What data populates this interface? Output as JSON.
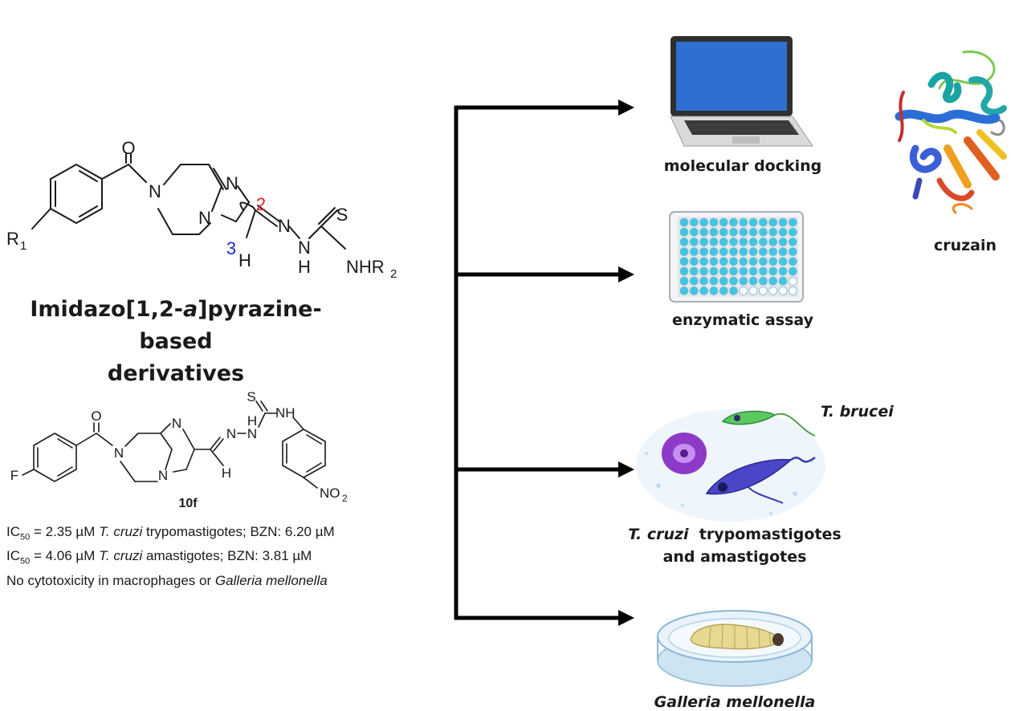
{
  "main_structure": {
    "atoms": {
      "o": "O",
      "n1": "N",
      "n2": "N",
      "n3": "N",
      "n4": "N",
      "n5": "N",
      "h_nh": "H",
      "h_ch": "H",
      "s": "S",
      "nhr": "NHR",
      "r1": "R",
      "sub1": "1",
      "sub2": "2",
      "pos2": "2",
      "pos3": "3"
    },
    "colors": {
      "pos2": "#e02020",
      "pos3": "#1a2bd6"
    }
  },
  "title": {
    "line1_pre": "Imidazo[1,2-",
    "line1_italic": "a",
    "line1_post": "]pyrazine-based",
    "line2": "derivatives"
  },
  "compound": {
    "atoms": {
      "o": "O",
      "f": "F",
      "n1": "N",
      "n2": "N",
      "n3": "N",
      "n4": "N",
      "n5": "N",
      "h_nh": "H",
      "h_ch": "H",
      "s": "S",
      "nh": "NH",
      "no2": "NO",
      "no2_sub": "2"
    },
    "label": "10f"
  },
  "stats": [
    {
      "ic": "IC",
      "sub": "50",
      "pre": " = 2.35 µM ",
      "italic": "T. cruzi",
      "post": " trypomastigotes; BZN: 6.20 µM"
    },
    {
      "ic": "IC",
      "sub": "50",
      "pre": " = 4.06 µM ",
      "italic": "T. cruzi",
      "post": " amastigotes; BZN: 3.81 µM"
    }
  ],
  "stats_line3": {
    "pre": "No cytotoxicity in macrophages or ",
    "italic": "Galleria mellonella"
  },
  "steps": {
    "docking": "molecular docking",
    "enzymatic": "enzymatic assay",
    "parasites_italic": "T. cruzi",
    "parasites_rest": "  trypomastigotes",
    "parasites_line2": "and amastigotes",
    "brucei": "T. brucei",
    "galleria": "Galleria mellonella",
    "cruzain": "cruzain"
  },
  "icons": [
    "laptop-icon",
    "well-plate-icon",
    "protein-ribbon-icon",
    "parasites-illustration",
    "petri-dish-larva-icon"
  ]
}
